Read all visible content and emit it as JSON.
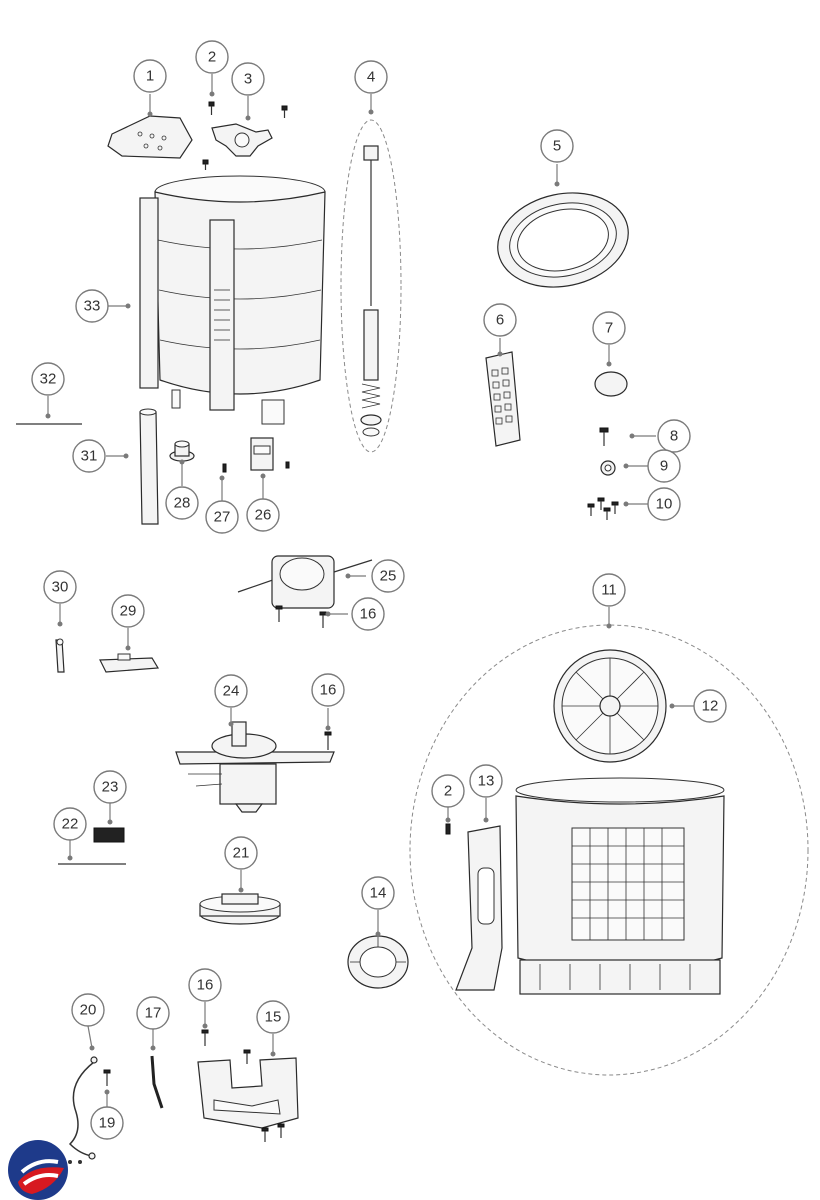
{
  "callouts": {
    "c1": "1",
    "c2": "2",
    "c3": "3",
    "c4": "4",
    "c5": "5",
    "c6": "6",
    "c7": "7",
    "c8": "8",
    "c9": "9",
    "c10": "10",
    "c11": "11",
    "c12": "12",
    "c13": "13",
    "c14": "14",
    "c15": "15",
    "c16a": "16",
    "c16b": "16",
    "c16c": "16",
    "c17": "17",
    "c19": "19",
    "c20": "20",
    "c21": "21",
    "c22": "22",
    "c23": "23",
    "c24": "24",
    "c25": "25",
    "c26": "26",
    "c27": "27",
    "c28": "28",
    "c29": "29",
    "c30": "30",
    "c31": "31",
    "c32": "32",
    "c33": "33",
    "c2b": "2"
  },
  "logo": {
    "icon": "brand-logo-icon",
    "colors": [
      "#1e3a8a",
      "#d71920"
    ]
  }
}
